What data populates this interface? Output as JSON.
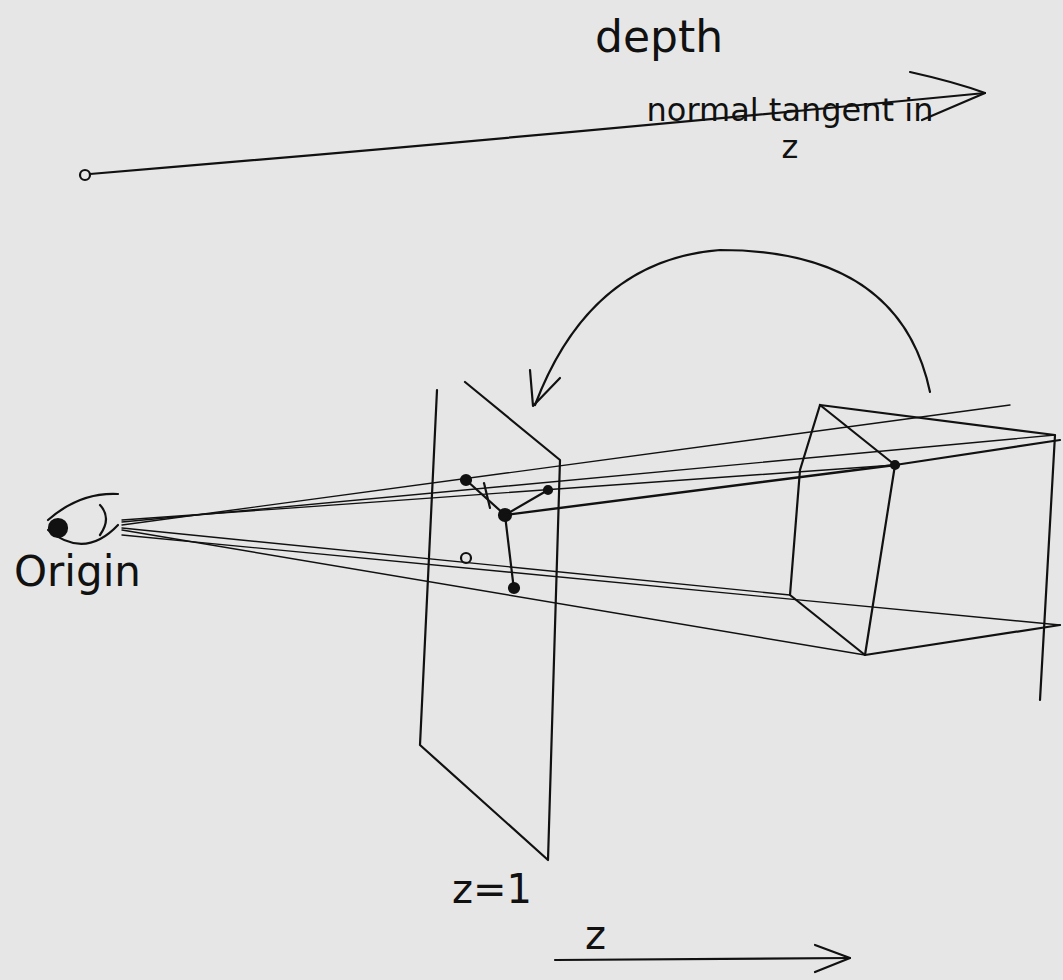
{
  "diagram": {
    "labels": [
      "depth",
      "normal tangent in z",
      "Origin",
      "z=1",
      "z"
    ]
  }
}
